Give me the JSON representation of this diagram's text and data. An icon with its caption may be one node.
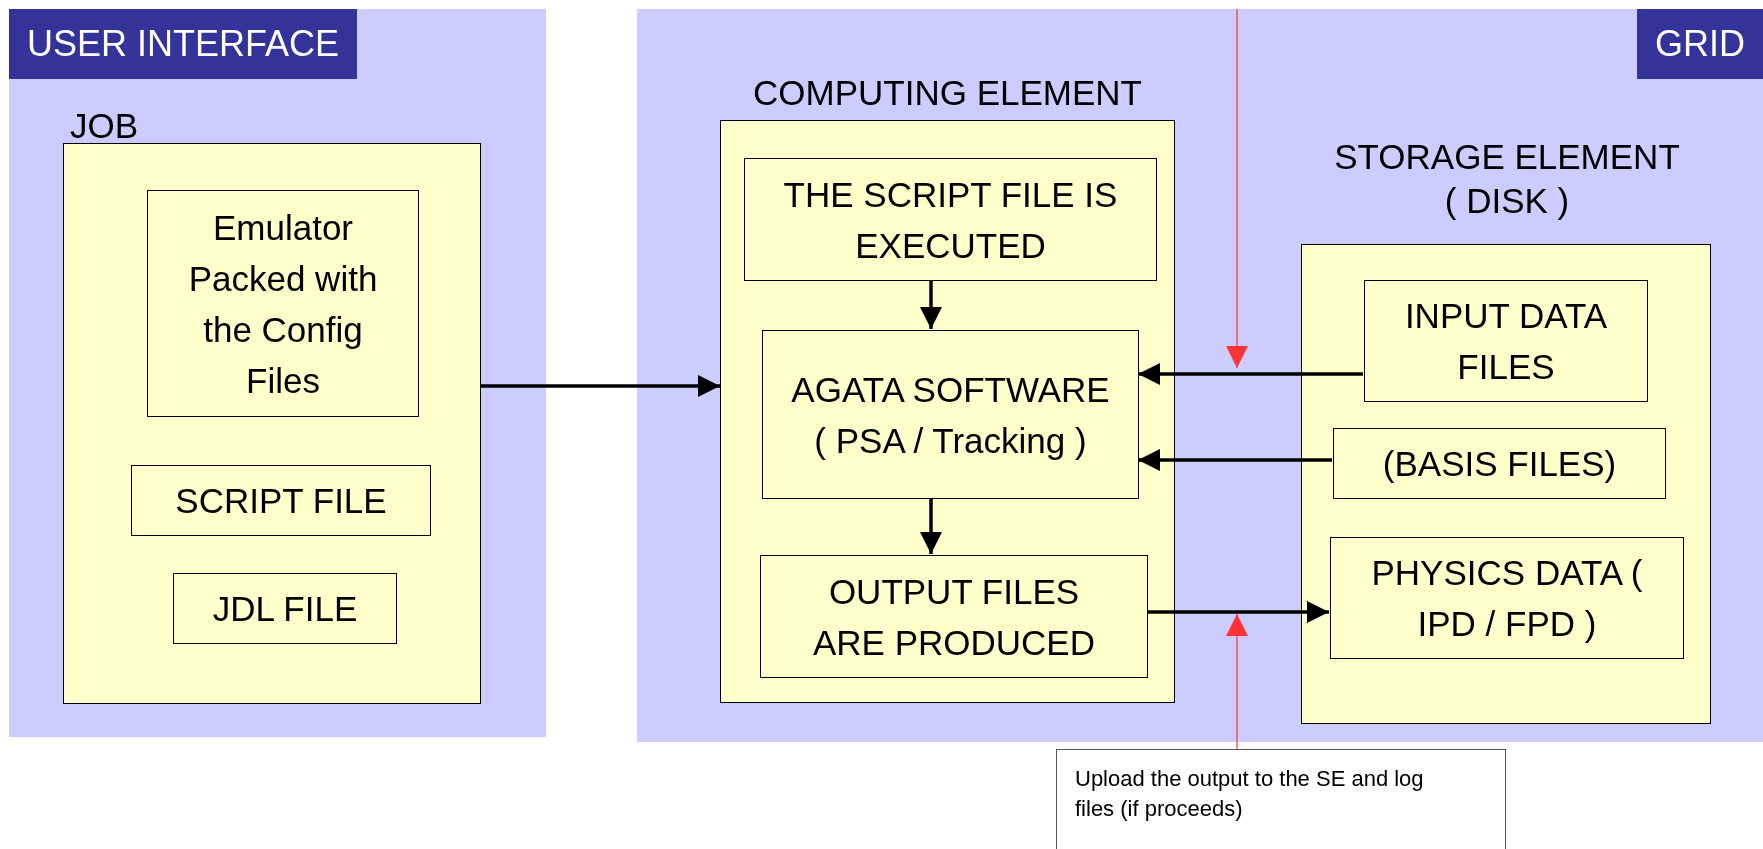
{
  "diagram": {
    "nodes": [
      {
        "text": [
          "USER INTERFACE"
        ]
      },
      {
        "text": [
          "JOB"
        ],
        "in": 0
      },
      {
        "text": [
          "Emulator Packed with the Config Files"
        ],
        "in": 1
      },
      {
        "text": [
          "SCRIPT FILE"
        ],
        "in": 1
      },
      {
        "text": [
          "JDL FILE"
        ],
        "in": 1
      },
      {
        "text": [
          "GRID"
        ]
      },
      {
        "text": [
          "COMPUTING ELEMENT"
        ],
        "in": 5
      },
      {
        "text": [
          "THE SCRIPT FILE IS EXECUTED"
        ],
        "in": 6
      },
      {
        "text": [
          "AGATA SOFTWARE ( PSA / Tracking )"
        ],
        "in": 6
      },
      {
        "text": [
          "OUTPUT FILES ARE PRODUCED"
        ],
        "in": 6
      },
      {
        "text": [
          "STORAGE ELEMENT ( DISK )"
        ],
        "in": 5
      },
      {
        "text": [
          "INPUT DATA FILES"
        ],
        "in": 10
      },
      {
        "text": [
          "(BASIS FILES)"
        ],
        "in": 10
      },
      {
        "text": [
          "PHYSICS DATA ( IPD / FPD )"
        ],
        "in": 10
      },
      {
        "text": [
          "Upload the output to the SE and log files (if proceeds)"
        ]
      }
    ],
    "edges": [
      {
        "from": 1,
        "to": 6,
        "arrow": "to"
      },
      {
        "from": 7,
        "to": 8,
        "arrow": "to"
      },
      {
        "from": 8,
        "to": 9,
        "arrow": "to"
      },
      {
        "from": 11,
        "to": 8,
        "arrow": "to"
      },
      {
        "from": 12,
        "to": 8,
        "arrow": "to"
      },
      {
        "from": 9,
        "to": 13,
        "arrow": "to"
      },
      {
        "from": 5,
        "to": null,
        "arrow": "to",
        "color": "#ff3333"
      },
      {
        "from": 14,
        "to": null,
        "arrow": "to",
        "color": "#ff3333"
      }
    ]
  }
}
